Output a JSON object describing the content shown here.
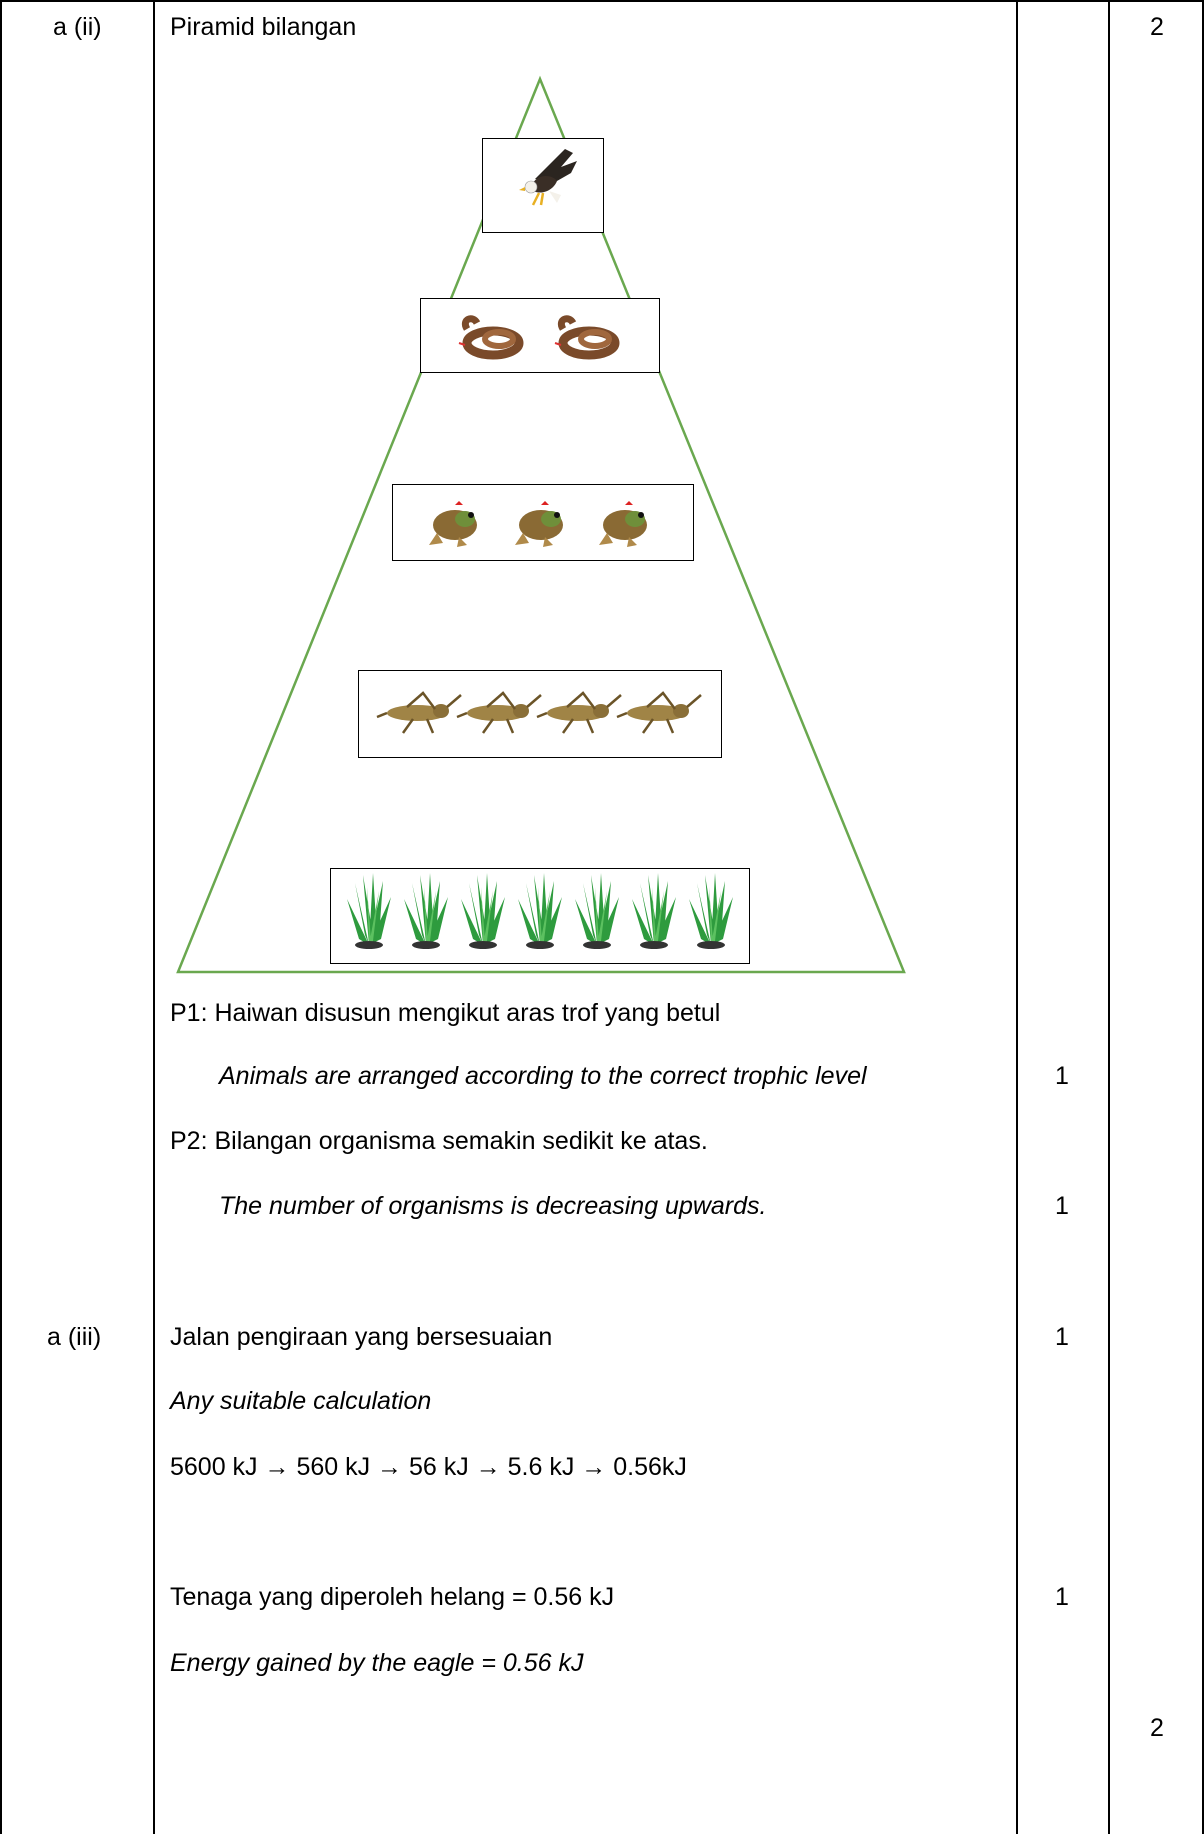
{
  "row1": {
    "question": "a (ii)",
    "title": "Piramid bilangan",
    "total_mark": "2",
    "pyramid_levels": [
      {
        "organism": "eagle-icon",
        "count": 1
      },
      {
        "organism": "snake-icon",
        "count": 2
      },
      {
        "organism": "frog-icon",
        "count": 3
      },
      {
        "organism": "grasshopper-icon",
        "count": 4
      },
      {
        "organism": "grass-icon",
        "count": 7
      }
    ],
    "points": [
      {
        "malay": "P1: Haiwan disusun mengikut aras trof yang betul",
        "english": "Animals are arranged according to the correct trophic level",
        "mark": "1"
      },
      {
        "malay": "P2: Bilangan organisma semakin sedikit ke atas.",
        "english": "The number of organisms is decreasing upwards.",
        "mark": "1"
      }
    ]
  },
  "row2": {
    "question": "a (iii)",
    "calc_malay": "Jalan pengiraan yang bersesuaian",
    "calc_mark": "1",
    "calc_english": "Any suitable calculation",
    "calc_chain": "5600 kJ → 560 kJ → 56 kJ → 5.6 kJ → 0.56kJ",
    "energy_malay": "Tenaga yang diperoleh helang = 0.56 kJ",
    "energy_mark": "1",
    "energy_english": "Energy gained by the eagle = 0.56 kJ",
    "total_mark": "2"
  },
  "colors": {
    "pyramid_outline": "#6aa84f",
    "grass": "#2e9b3e",
    "brown": "#8b5a2b"
  }
}
